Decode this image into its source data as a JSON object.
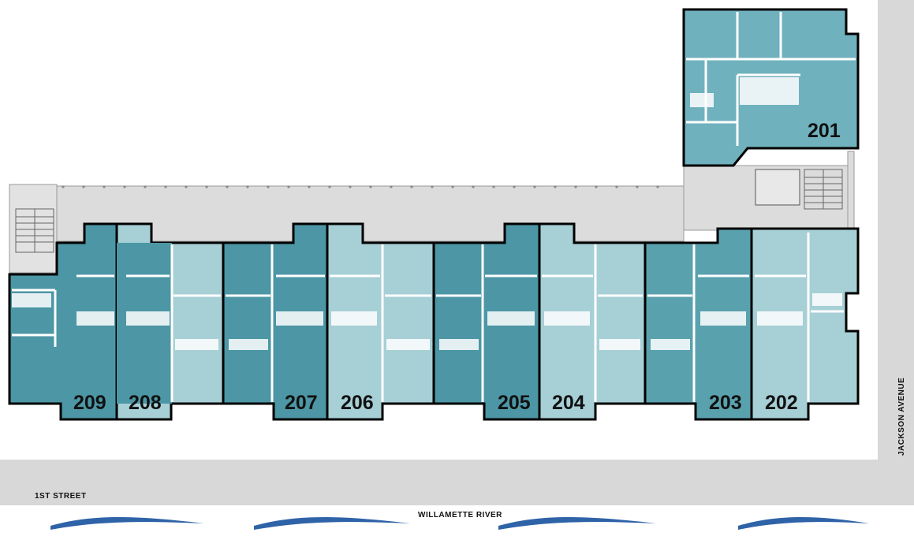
{
  "units": [
    {
      "number": "201",
      "tone": "mid"
    },
    {
      "number": "202",
      "tone": "light"
    },
    {
      "number": "203",
      "tone": "dark"
    },
    {
      "number": "204",
      "tone": "light"
    },
    {
      "number": "205",
      "tone": "dark"
    },
    {
      "number": "206",
      "tone": "light"
    },
    {
      "number": "207",
      "tone": "dark"
    },
    {
      "number": "208",
      "tone": "light"
    },
    {
      "number": "209",
      "tone": "dark"
    }
  ],
  "labels": {
    "street": "1ST STREET",
    "river": "WILLAMETTE RIVER",
    "avenue": "JACKSON AVENUE"
  },
  "colors": {
    "dark_unit": "#4c96a5",
    "mid_unit": "#6fb1bd",
    "light_unit": "#a7cfd6",
    "corridor": "#d9d9d9",
    "street": "#d8d8d8",
    "river_wave": "#2f63a8",
    "wall": "#000000"
  }
}
